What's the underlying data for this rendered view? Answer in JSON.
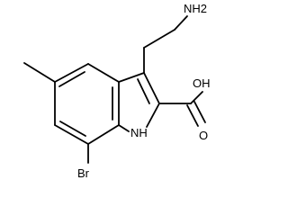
{
  "molecule": {
    "atom_labels": {
      "amine": "NH2",
      "acid_hydroxyl": "OH",
      "carbonyl_oxygen": "O",
      "indole_nh": "NH",
      "bromine": "Br"
    }
  }
}
